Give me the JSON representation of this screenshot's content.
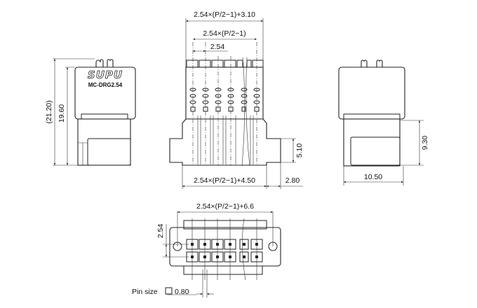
{
  "logo_text": "SUPU",
  "model": "MC-DRG2.54",
  "side_view": {
    "overall_height": "(21.20)",
    "body_height": "19.60"
  },
  "front_view": {
    "top_width": "2.54×(P/2−1)+3.10",
    "pitch_span": "2.54×(P/2−1)",
    "pitch": "2.54",
    "base_width": "2.54×(P/2−1)+4.50",
    "flange_width": "2.80",
    "flange_height": "5.10"
  },
  "right_view": {
    "height": "9.30",
    "depth": "10.50"
  },
  "bottom_view": {
    "overall_width": "2.54×(P/2−1)+6.6",
    "row_pitch": "2.54",
    "pin_size_label": "Pin size",
    "pin_size_value": "0.80"
  }
}
